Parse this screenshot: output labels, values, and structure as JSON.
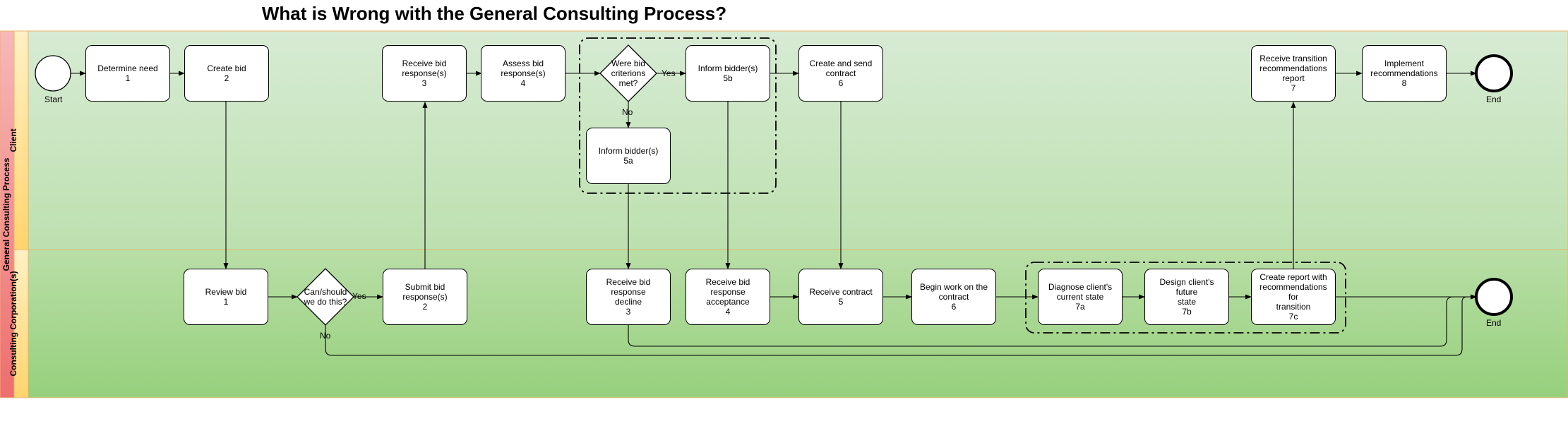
{
  "title": "What is Wrong with the General Consulting Process?",
  "pool": {
    "label": "General Consulting Process"
  },
  "lanes": {
    "client": "Client",
    "consulting": "Consulting Corporation(s)"
  },
  "client": {
    "start_label": "Start",
    "determine_need": [
      "Determine need",
      "1"
    ],
    "create_bid": [
      "Create bid",
      "2"
    ],
    "receive_bid_responses": [
      "Receive bid",
      "response(s)",
      "3"
    ],
    "assess_bid_responses": [
      "Assess bid",
      "response(s)",
      "4"
    ],
    "gateway_criteria": [
      "Were bid",
      "criterions",
      "met?"
    ],
    "gateway_yes": "Yes",
    "gateway_no": "No",
    "inform_bidders_5b": [
      "Inform bidder(s)",
      "5b"
    ],
    "inform_bidders_5a": [
      "Inform bidder(s)",
      "5a"
    ],
    "create_send_contract": [
      "Create and send",
      "contract",
      "6"
    ],
    "receive_transition_report": [
      "Receive transition",
      "recommendations",
      "report",
      "7"
    ],
    "implement_recommendations": [
      "Implement",
      "recommendations",
      "8"
    ],
    "end_label": "End"
  },
  "consulting": {
    "review_bid": [
      "Review bid",
      "1"
    ],
    "gateway_can_do": [
      "Can/should",
      "we do this?"
    ],
    "gateway_yes": "Yes",
    "gateway_no": "No",
    "submit_bid_responses": [
      "Submit bid",
      "response(s)",
      "2"
    ],
    "receive_decline": [
      "Receive bid response",
      "decline",
      "3"
    ],
    "receive_acceptance": [
      "Receive bid response",
      "acceptance",
      "4"
    ],
    "receive_contract": [
      "Receive contract",
      "5"
    ],
    "begin_work": [
      "Begin work on the",
      "contract",
      "6"
    ],
    "diagnose_state": [
      "Diagnose client's",
      "current state",
      "7a"
    ],
    "design_future_state": [
      "Design client's future",
      "state",
      "7b"
    ],
    "create_report": [
      "Create report with",
      "recommendations for",
      "transition",
      "7c"
    ],
    "end_label": "End"
  },
  "colors": {
    "client_lane_top": "#d7ebd4",
    "client_lane_bottom": "#bde0af",
    "consulting_lane_top": "#b9dea7",
    "consulting_lane_bottom": "#96d07c",
    "pool_header_top": "#f7b8b8",
    "pool_header_bottom": "#ee6e6e",
    "lane_header_top": "#fff0c4",
    "lane_header_bottom": "#ffd46e",
    "lane_border": "#e8b46a"
  }
}
